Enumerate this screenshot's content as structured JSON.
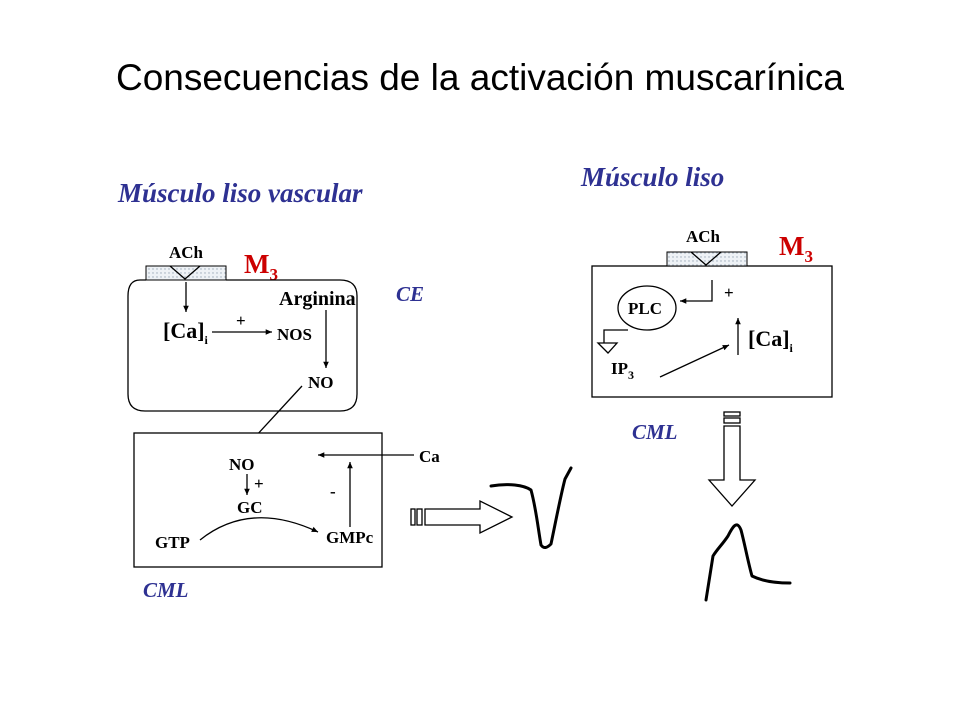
{
  "title": "Consecuencias de la activación muscarínica",
  "left_panel": {
    "heading": "Músculo liso vascular",
    "agonist": "ACh",
    "receptor": "M",
    "receptor_subscript": "3",
    "endothelium_label": "CE",
    "substrate": "Arginina",
    "calcium": "[Ca]",
    "calcium_subscript": "i",
    "plus_sign": "+",
    "enzyme": "NOS",
    "product": "NO",
    "smooth_muscle": {
      "no": "NO",
      "plus_sign": "+",
      "enzyme": "GC",
      "substrate": "GTP",
      "product": "GMPc",
      "minus_sign": "-",
      "calcium": "Ca",
      "label": "CML"
    }
  },
  "right_panel": {
    "heading": "Músculo liso",
    "agonist": "ACh",
    "receptor": "M",
    "receptor_subscript": "3",
    "enzyme": "PLC",
    "plus_sign": "+",
    "second_messenger": "IP",
    "second_messenger_subscript": "3",
    "calcium": "[Ca]",
    "calcium_subscript": "i",
    "label": "CML"
  },
  "colors": {
    "heading": "#2e3192",
    "receptor": "#cc0000",
    "receptor_bar": "#e8eef4",
    "line": "#000000"
  }
}
